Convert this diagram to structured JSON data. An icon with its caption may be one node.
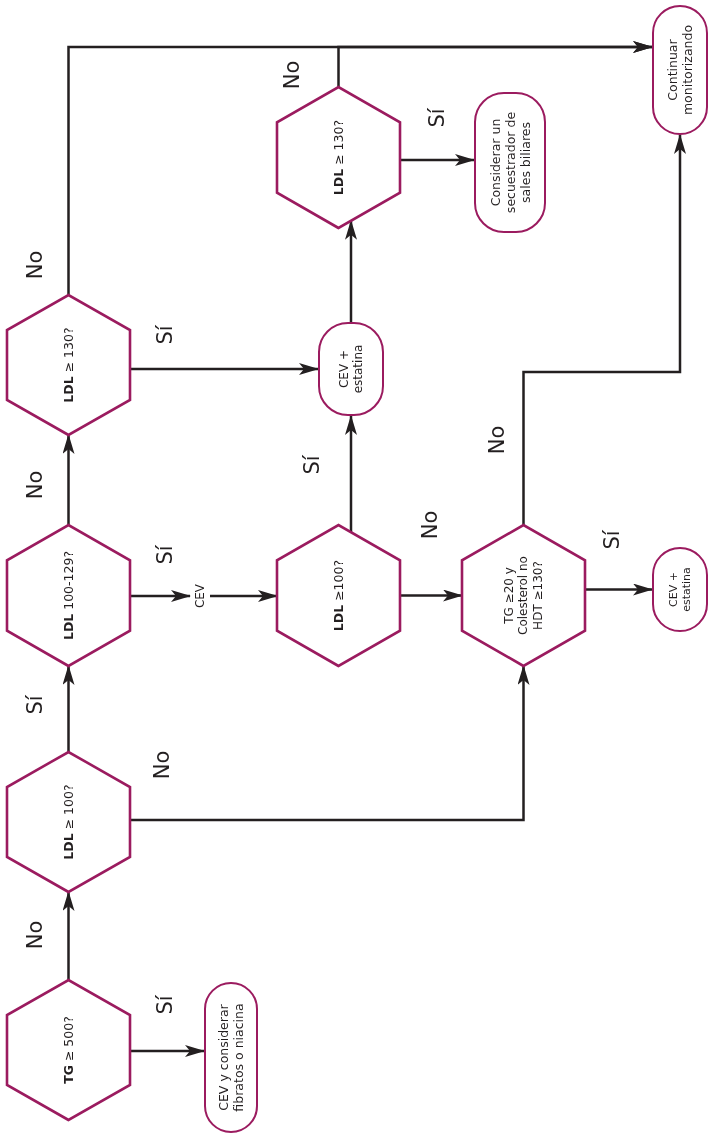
{
  "diagram": {
    "nodes": [
      {
        "text": [
          "**TG** ≥ 500?"
        ]
      },
      {
        "text": [
          "CEV y considerar fibratos o niacina"
        ]
      },
      {
        "text": [
          "**LDL** ≥ 100?"
        ]
      },
      {
        "text": [
          "**LDL** 100-129?"
        ]
      },
      {
        "text": [
          "**LDL** ≥ 130?"
        ]
      },
      {
        "text": [
          "CEV"
        ]
      },
      {
        "text": [
          "**LDL** ≥100?"
        ]
      },
      {
        "text": [
          "CEV + estatina"
        ]
      },
      {
        "text": [
          "**LDL** ≥ 130?"
        ]
      },
      {
        "text": [
          "Considerar un secuestrador de sales biliares"
        ]
      },
      {
        "text": [
          "TG ≥20 y Colesterol no HDT ≥130?"
        ]
      },
      {
        "text": [
          "CEV + estatina"
        ]
      },
      {
        "text": [
          "Continuar monitorizando"
        ]
      }
    ],
    "edges": [
      {
        "from": 0,
        "to": 2,
        "arrow": "to",
        "label": "No"
      },
      {
        "from": 0,
        "to": 1,
        "arrow": "to",
        "label": "Sí"
      },
      {
        "from": 2,
        "to": 3,
        "arrow": "to",
        "label": "Sí"
      },
      {
        "from": 2,
        "to": 10,
        "arrow": "to",
        "label": "No"
      },
      {
        "from": 3,
        "to": 4,
        "arrow": "to",
        "label": "No"
      },
      {
        "from": 3,
        "to": 5,
        "arrow": "to",
        "label": "Sí"
      },
      {
        "from": 5,
        "to": 6,
        "arrow": "to"
      },
      {
        "from": 4,
        "to": 7,
        "arrow": "to",
        "label": "Sí"
      },
      {
        "from": 4,
        "to": 12,
        "arrow": "to",
        "label": "No"
      },
      {
        "from": 6,
        "to": 7,
        "arrow": "to",
        "label": "Sí"
      },
      {
        "from": 6,
        "to": 10,
        "arrow": "to",
        "label": "No"
      },
      {
        "from": 7,
        "to": 8,
        "arrow": "to"
      },
      {
        "from": 8,
        "to": 12,
        "arrow": "to",
        "label": "No"
      },
      {
        "from": 8,
        "to": 9,
        "arrow": "to",
        "label": "Sí"
      },
      {
        "from": 10,
        "to": 11,
        "arrow": "to",
        "label": "Sí"
      },
      {
        "from": 10,
        "to": 12,
        "arrow": "to",
        "label": "No"
      }
    ]
  }
}
